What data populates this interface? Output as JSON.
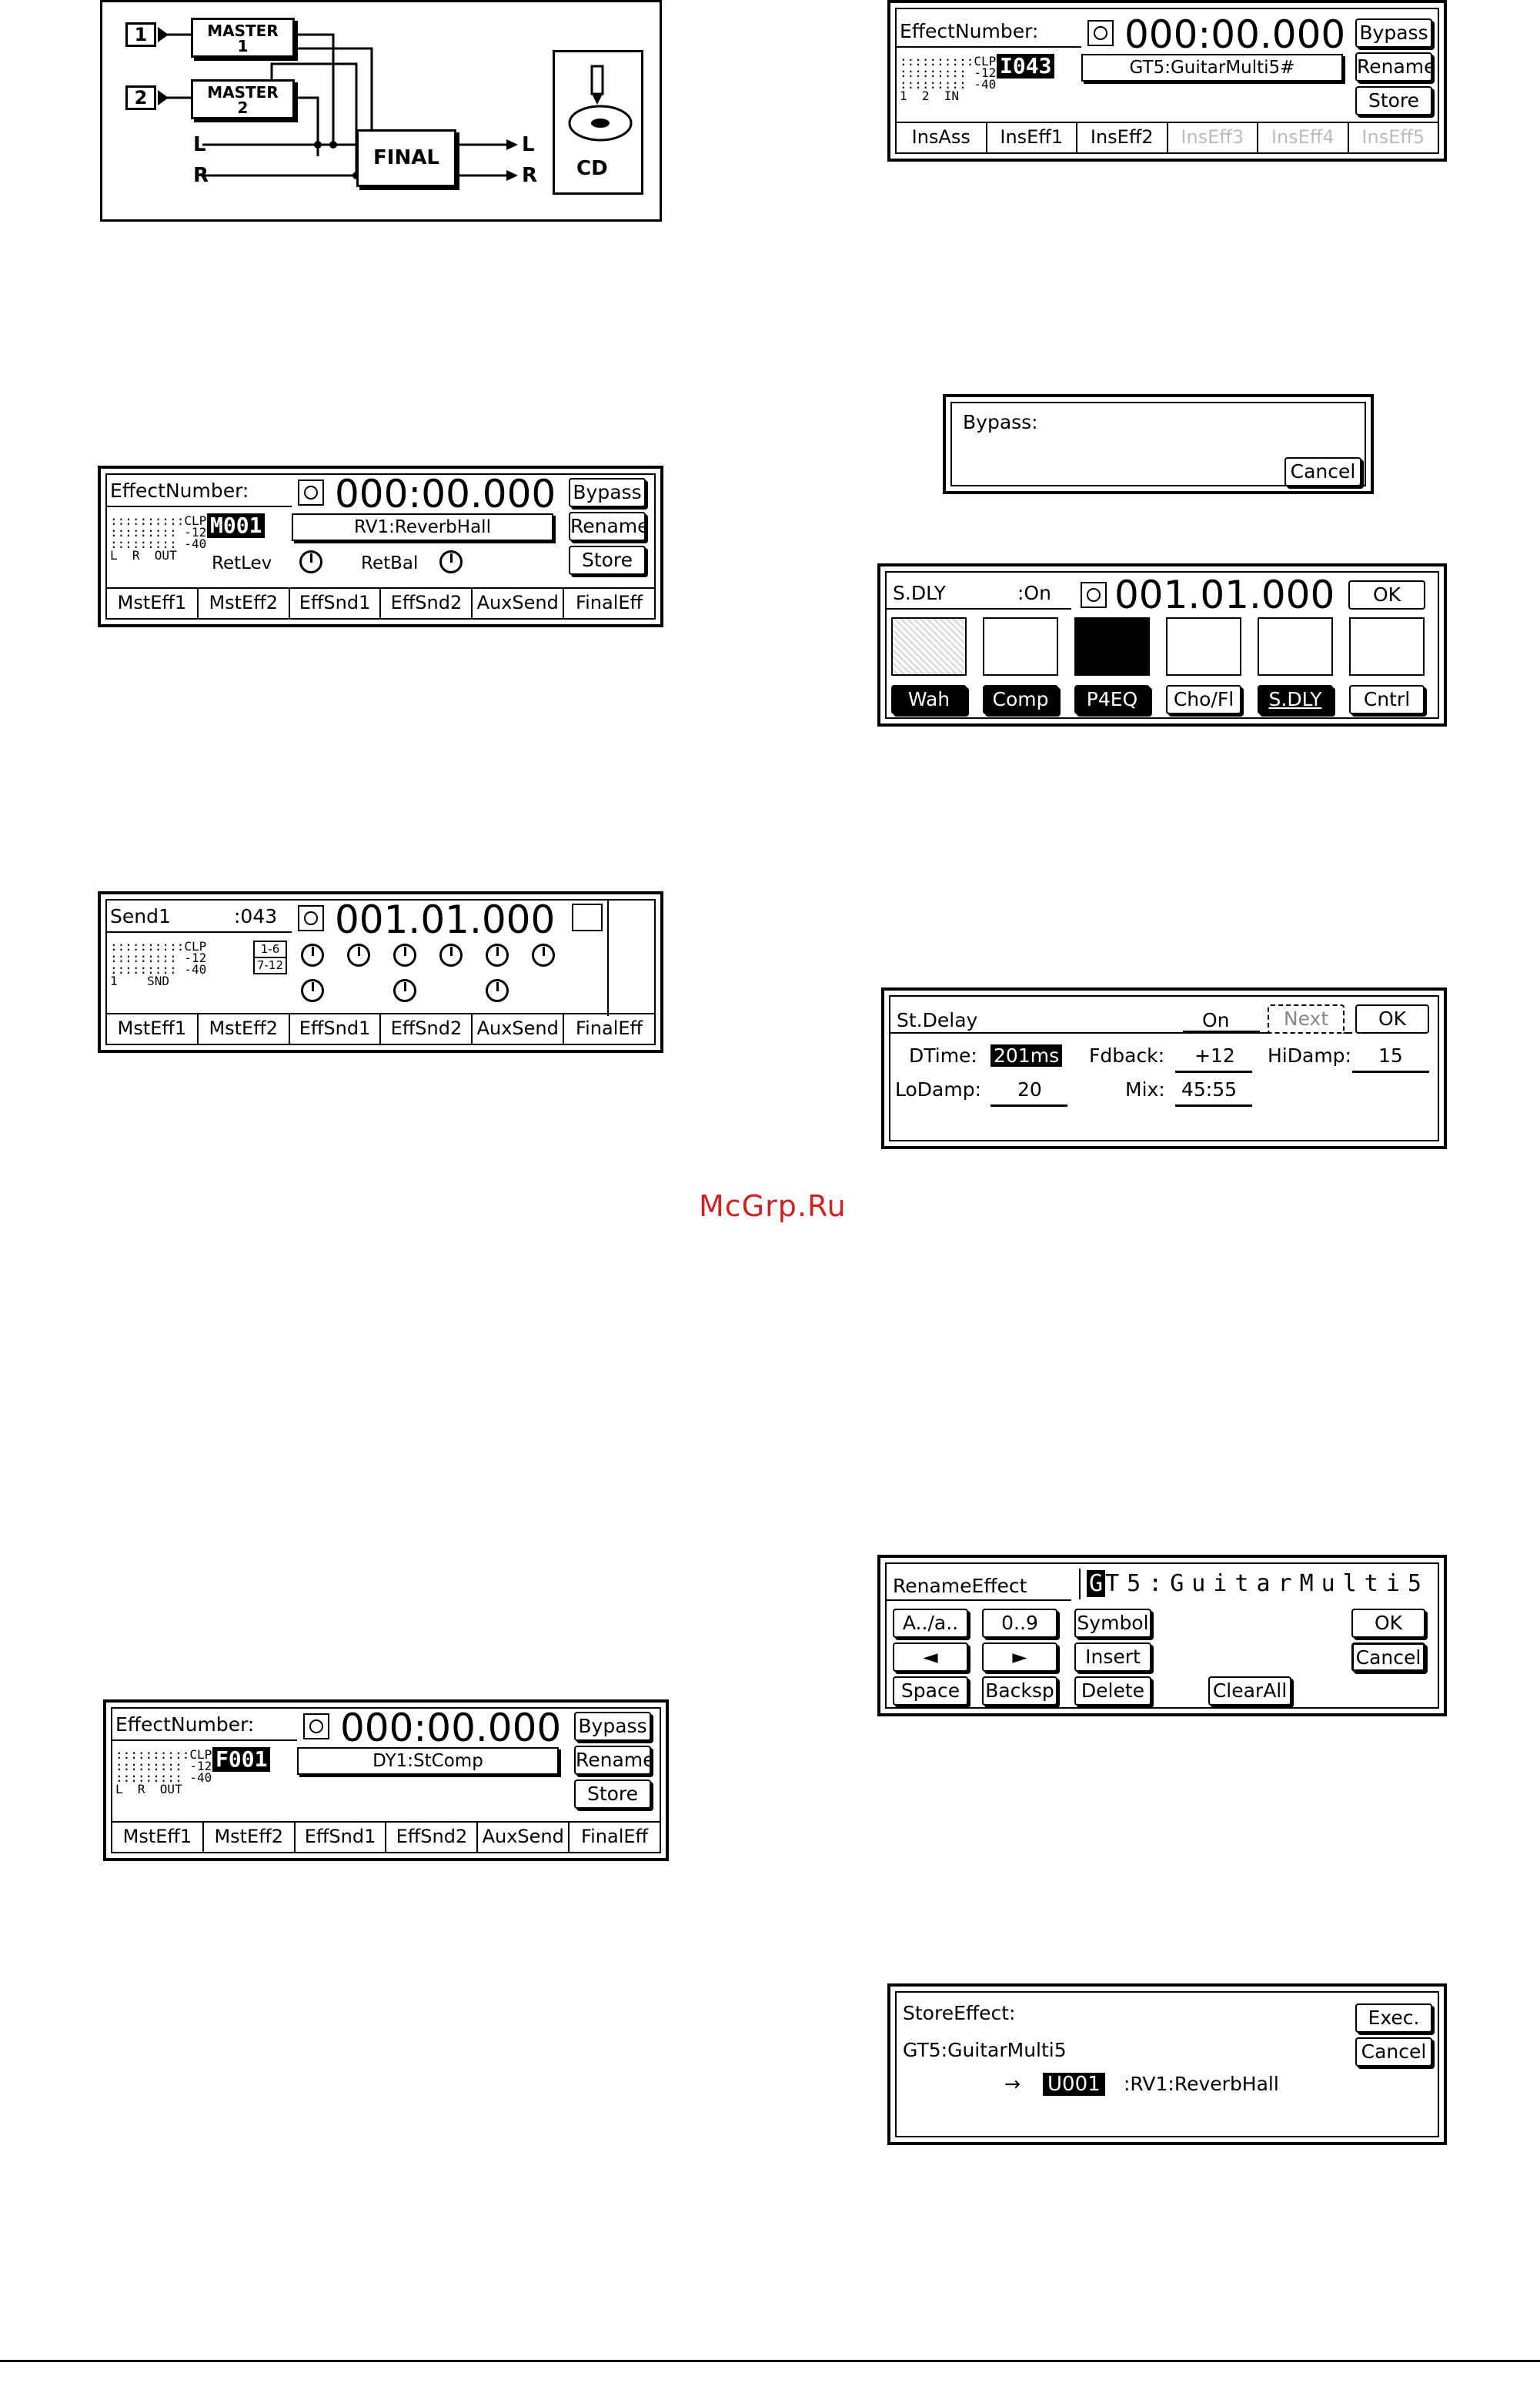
{
  "watermark": "McGrp.Ru",
  "routing": {
    "in1": "1",
    "in2": "2",
    "master1": "MASTER\n1",
    "master2": "MASTER\n2",
    "l_in": "L",
    "r_in": "R",
    "final": "FINAL",
    "l_out": "L",
    "r_out": "R",
    "cd": "CD"
  },
  "screen_master": {
    "title": "EffectNumber:",
    "time": "000:00.000",
    "bypass": "Bypass",
    "rename": "Rename",
    "store": "Store",
    "meter": "::::::::::CLP\n::::::::: -12\n::::::::: -40\nL  R  OUT",
    "effect_id": "M001",
    "effect_name": "RV1:ReverbHall",
    "retlev": "RetLev",
    "retbal": "RetBal",
    "tabs": [
      "MstEff1",
      "MstEff2",
      "EffSnd1",
      "EffSnd2",
      "AuxSend",
      "FinalEff"
    ]
  },
  "screen_send": {
    "title": "Send1",
    "value": ":043",
    "time": "001.01.000",
    "meter": "::::::::::CLP\n::::::::: -12\n::::::::: -40\n1    SND",
    "ch_a": "1-6",
    "ch_b": "7-12",
    "tabs": [
      "MstEff1",
      "MstEff2",
      "EffSnd1",
      "EffSnd2",
      "AuxSend",
      "FinalEff"
    ]
  },
  "screen_final": {
    "title": "EffectNumber:",
    "time": "000:00.000",
    "bypass": "Bypass",
    "rename": "Rename",
    "store": "Store",
    "meter": "::::::::::CLP\n::::::::: -12\n::::::::: -40\nL  R  OUT",
    "effect_id": "F001",
    "effect_name": "DY1:StComp",
    "tabs": [
      "MstEff1",
      "MstEff2",
      "EffSnd1",
      "EffSnd2",
      "AuxSend",
      "FinalEff"
    ]
  },
  "screen_insert": {
    "title": "EffectNumber:",
    "time": "000:00.000",
    "bypass": "Bypass",
    "rename": "Rename",
    "store": "Store",
    "meter": "::::::::::CLP\n::::::::: -12\n::::::::: -40\n1  2  IN",
    "effect_id": "I043",
    "effect_name": "GT5:GuitarMulti5#",
    "tabs": [
      "InsAss",
      "InsEff1",
      "InsEff2",
      "InsEff3",
      "InsEff4",
      "InsEff5"
    ]
  },
  "dialog_bypass": {
    "title": "Bypass:",
    "cancel": "Cancel"
  },
  "screen_chain": {
    "title": "S.DLY",
    "state": ":On",
    "time": "001.01.000",
    "ok": "OK",
    "blocks": [
      "Wah",
      "Comp",
      "P4EQ",
      "Cho/Fl",
      "S.DLY",
      "Cntrl"
    ]
  },
  "screen_stdelay": {
    "title": "St.Delay",
    "state": "On",
    "next": "Next",
    "ok": "OK",
    "dtime_label": "DTime:",
    "dtime": "201ms",
    "fdback_label": "Fdback:",
    "fdback": "+12",
    "hidamp_label": "HiDamp:",
    "hidamp": "15",
    "lodamp_label": "LoDamp:",
    "lodamp": "20",
    "mix_label": "Mix:",
    "mix": "45:55"
  },
  "screen_rename": {
    "title": "RenameEffect",
    "cursor_char": "G",
    "name_rest": "T5:GuitarMulti5",
    "buttons": {
      "case": "A../a..",
      "nums": "0..9",
      "symbol": "Symbol",
      "ok": "OK",
      "left": "◄",
      "right": "►",
      "insert": "Insert",
      "cancel": "Cancel",
      "space": "Space",
      "backsp": "Backsp",
      "delete": "Delete",
      "clearall": "ClearAll"
    }
  },
  "screen_store": {
    "title": "StoreEffect:",
    "source": "GT5:GuitarMulti5",
    "arrow": "→",
    "dest_id": "U001",
    "dest_name": ":RV1:ReverbHall",
    "exec": "Exec.",
    "cancel": "Cancel"
  }
}
